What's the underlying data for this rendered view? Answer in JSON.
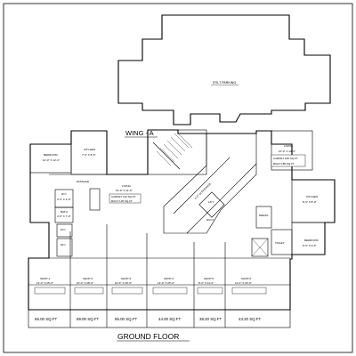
{
  "plan": {
    "title": "GROUND FLOOR",
    "wing": "WING - A",
    "parking": "STILT PARKING",
    "rooms": {
      "bedroom_left": "BEDROOM",
      "kitchen_left": "KITCHEN",
      "living_left": "LIVING",
      "passage": "PASSAGE",
      "bath": "BATH",
      "wc": "W.C",
      "lift": "LIFT",
      "duct": "DUCT",
      "living_right": "LIVING",
      "kitchen_right": "KITCHEN",
      "bedroom_right": "BEDROOM",
      "toilet": "TOILET",
      "dress": "DRESS"
    },
    "shops": [
      "SHOP-1",
      "SHOP-2",
      "SHOP-3",
      "SHOP-4",
      "SHOP-5",
      "SHOP-6"
    ],
    "shop_areas": [
      "65.00 SQ.FT",
      "89.00 SQ.FT",
      "85.00 SQ.FT",
      "44.00 SQ.FT",
      "38.20 SQ.FT",
      "43.20 SQ.FT"
    ]
  }
}
